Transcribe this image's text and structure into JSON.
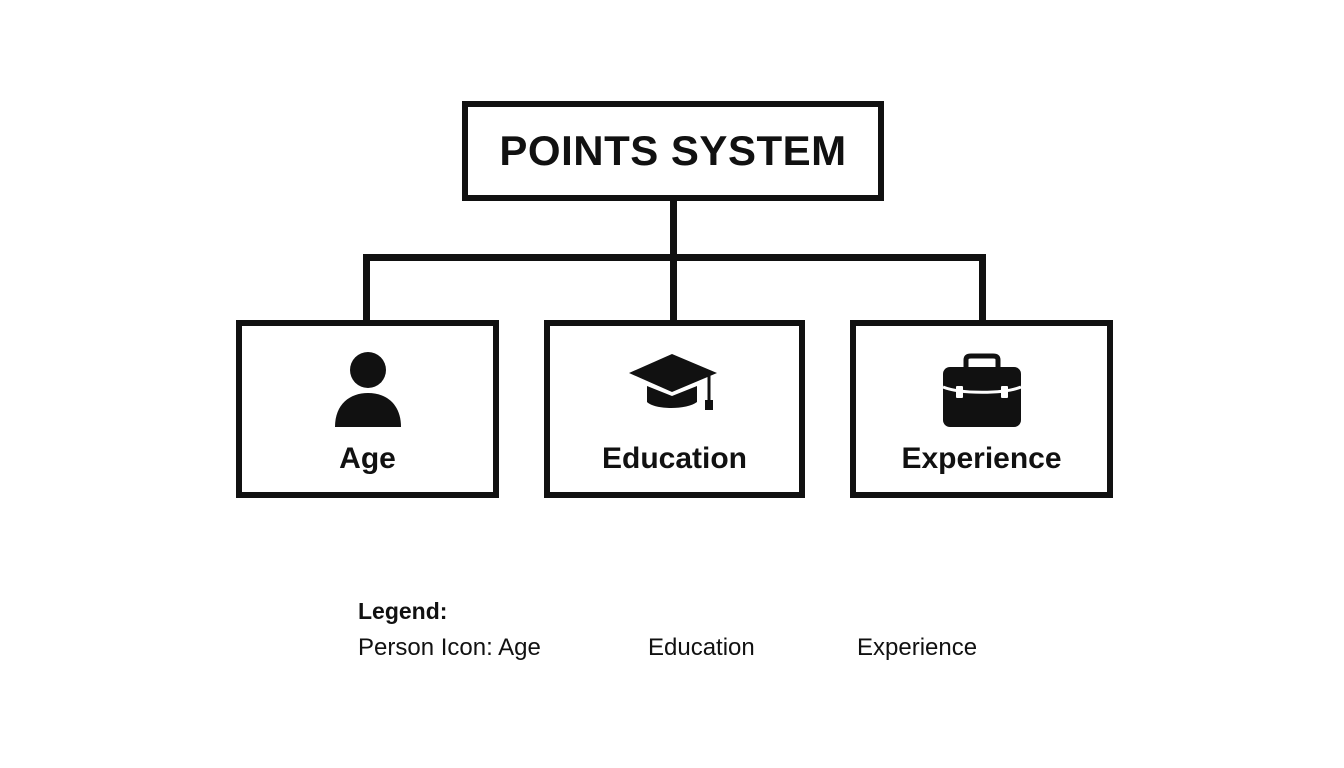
{
  "root": {
    "title": "POINTS SYSTEM"
  },
  "categories": [
    {
      "label": "Age",
      "icon": "person-icon"
    },
    {
      "label": "Education",
      "icon": "graduation-cap-icon"
    },
    {
      "label": "Experience",
      "icon": "briefcase-icon"
    }
  ],
  "legend": {
    "title": "Legend:",
    "items": [
      "Person Icon: Age",
      "Education",
      "Experience"
    ]
  },
  "colors": {
    "line": "#111111",
    "background": "#ffffff"
  }
}
